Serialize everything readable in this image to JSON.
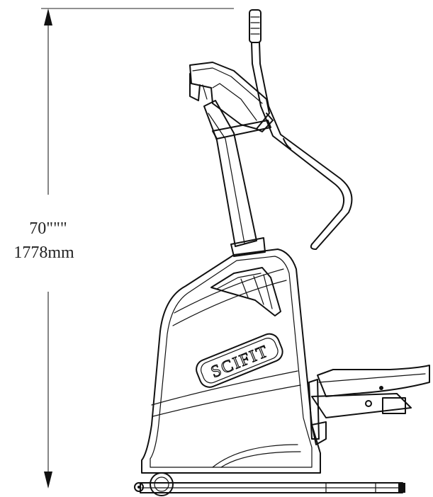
{
  "dimension": {
    "imperial": "70\"\"\"",
    "metric": "1778mm"
  },
  "product": {
    "brand": "SCIFIT"
  },
  "colors": {
    "line": "#111111",
    "background": "#ffffff"
  }
}
